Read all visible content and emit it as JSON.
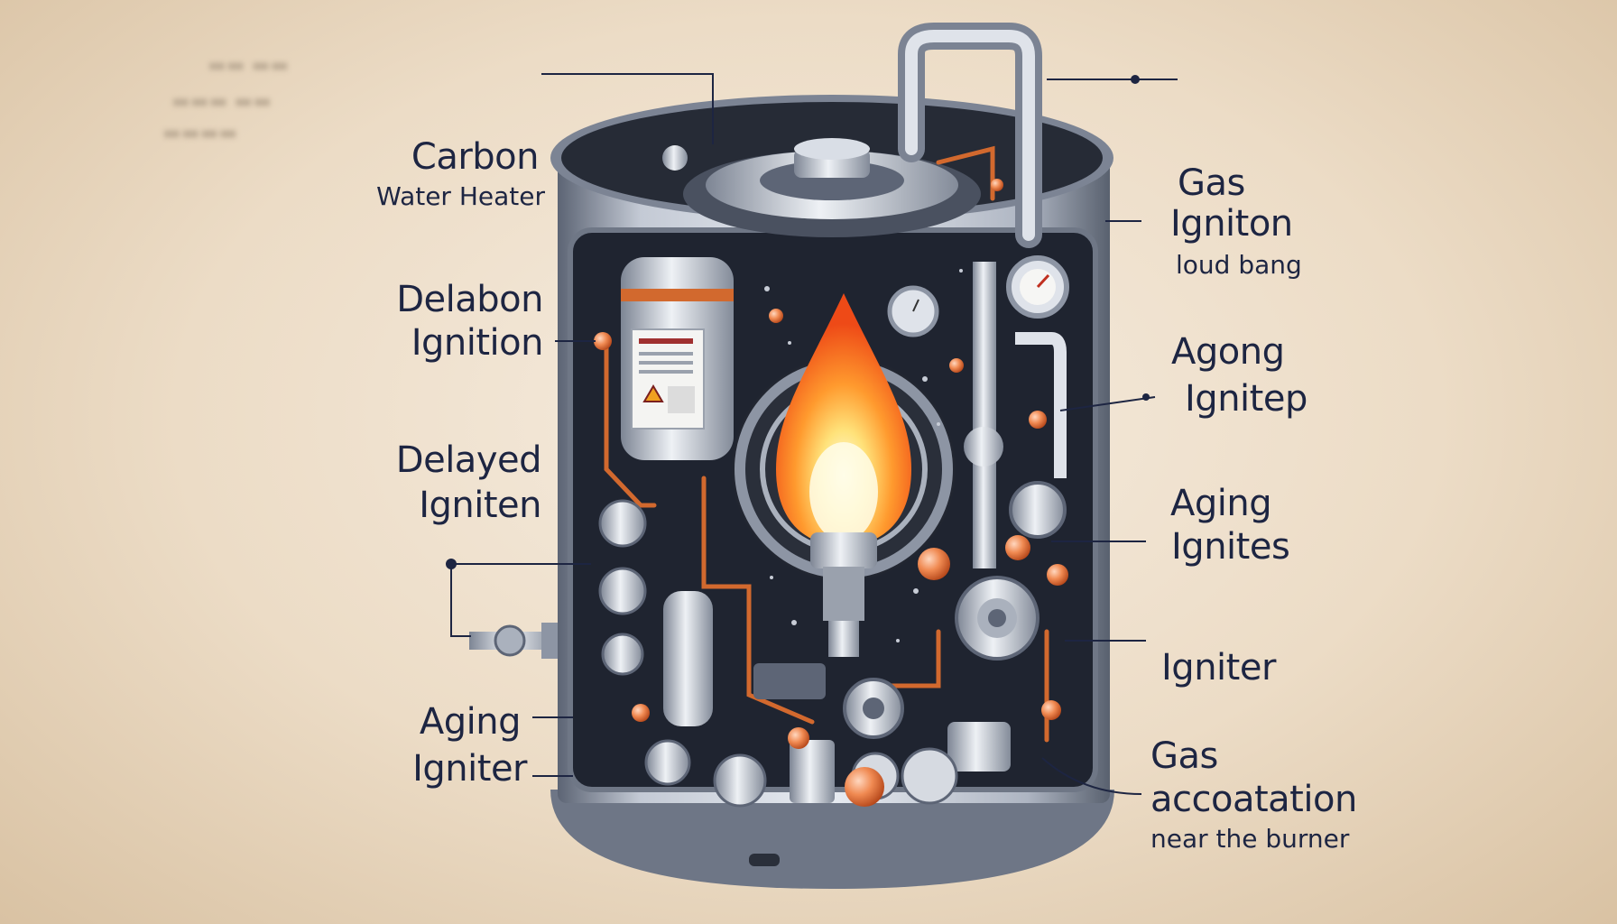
{
  "labels": {
    "carbon_title": "Carbon",
    "carbon_sub": "Water Heater",
    "delabon_title": "Delabon",
    "delabon_sub": "Ignition",
    "delayed_title": "Delayed",
    "delayed_sub": "Igniten",
    "aging_left_title": "Aging",
    "aging_left_sub": "Igniter",
    "gas_ign_title": "Gas",
    "gas_ign_sub": "Igniton",
    "gas_ign_note": "loud bang",
    "agong_title": "Agong",
    "agong_sub": "Ignitep",
    "aging_right_title": "Aging",
    "aging_right_sub": "Ignites",
    "igniter": "Igniter",
    "gas_acc_title": "Gas",
    "gas_acc_sub": "accoatation",
    "gas_acc_note": "near the burner"
  },
  "colors": {
    "text": "#1d2542",
    "tank_steel": "#8e97a8",
    "interior": "#1f2430",
    "flame_outer": "#f2561d",
    "flame_core": "#fff3b0",
    "copper": "#d2692e",
    "accent_orange": "#f07a3a"
  }
}
